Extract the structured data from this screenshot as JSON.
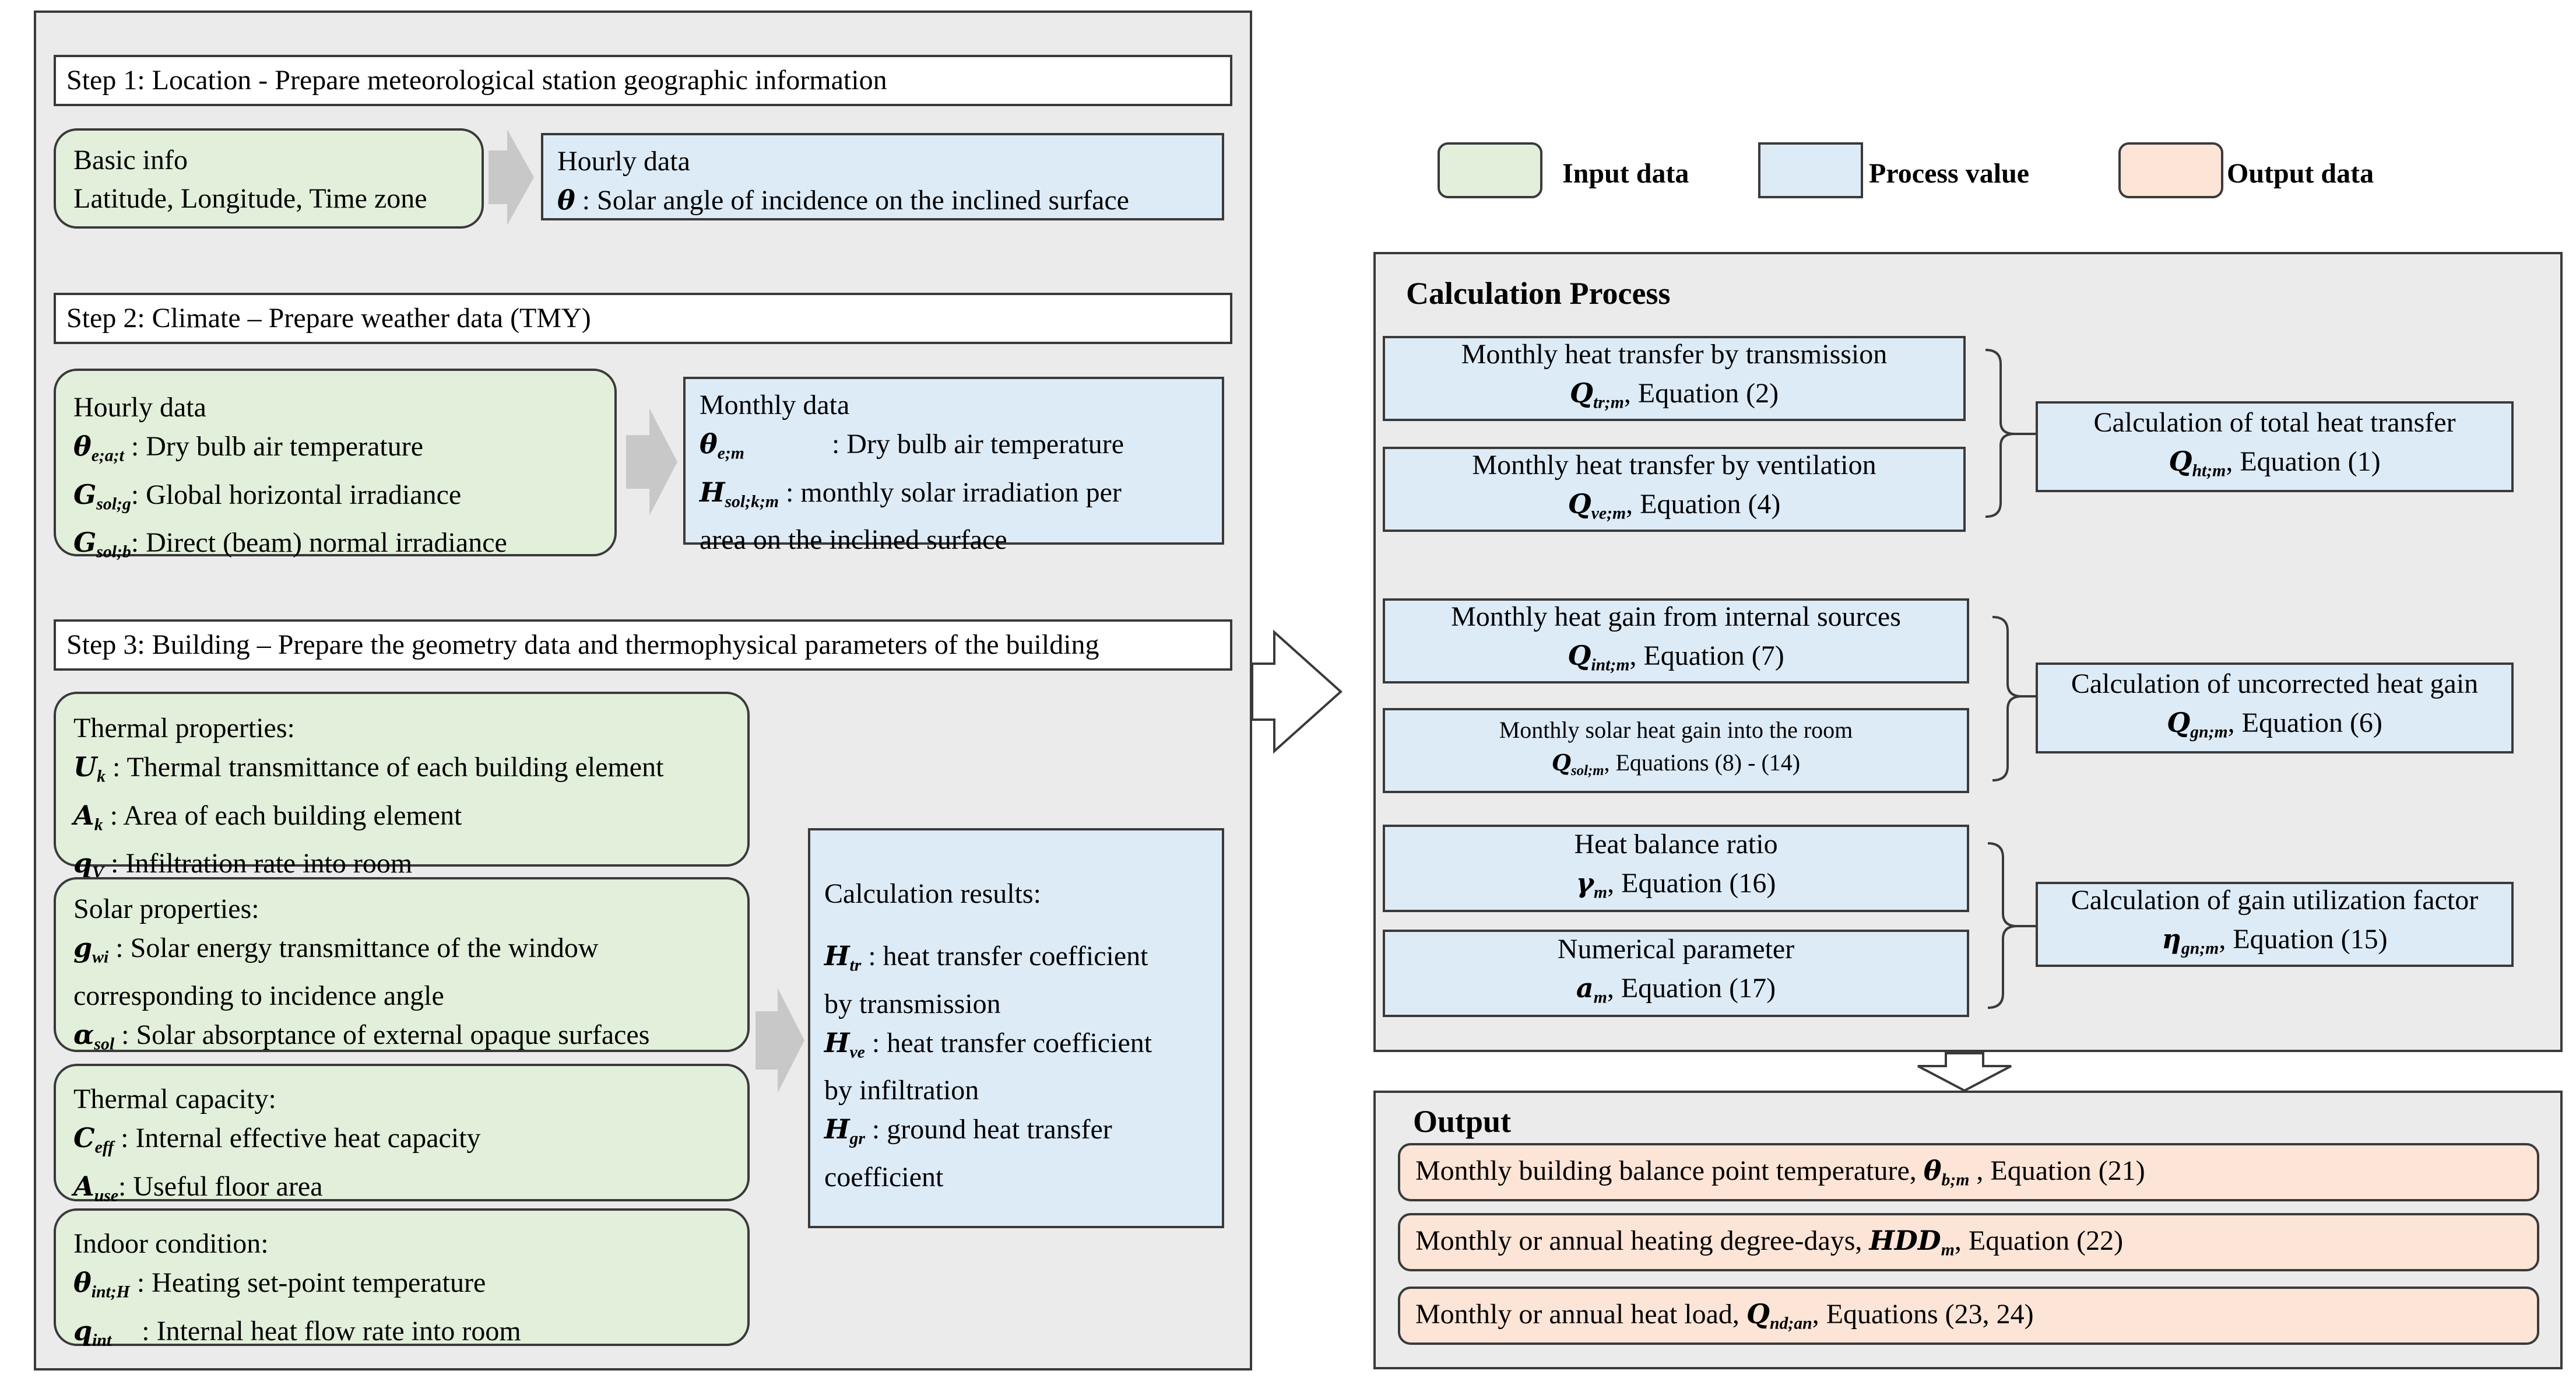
{
  "colors": {
    "input": "#e2efda",
    "process": "#ddebf7",
    "output": "#fce4d6",
    "panel": "#ebebeb",
    "border": "#3a3a3a",
    "arrow_gray": "#c8c8c8"
  },
  "legend": {
    "input": "Input data",
    "process": "Process value",
    "output": "Output data"
  },
  "step1": {
    "title": "Step 1: Location - Prepare meteorological station geographic information",
    "basic": {
      "heading": "Basic info",
      "text": "Latitude, Longitude, Time zone"
    },
    "hourly": {
      "heading": "Hourly data",
      "sym": "θ",
      "desc": " : Solar angle of incidence on the inclined surface"
    }
  },
  "step2": {
    "title": "Step 2: Climate – Prepare weather data (TMY)",
    "hourly": {
      "heading": "Hourly data",
      "items": [
        {
          "sym": "θ",
          "sub": "e;a;t",
          "desc": " : Dry bulb air temperature"
        },
        {
          "sym": "G",
          "sub": "sol;g",
          "desc": ": Global horizontal irradiance"
        },
        {
          "sym": "G",
          "sub": "sol;b",
          "desc": ": Direct (beam) normal irradiance"
        }
      ]
    },
    "monthly": {
      "heading": "Monthly data",
      "item1": {
        "sym": "θ",
        "sub": "e;m",
        "desc": ": Dry bulb air temperature"
      },
      "item2": {
        "sym": "H",
        "sub": "sol;k;m",
        "desc": " : monthly solar irradiation per",
        "cont": "area on the inclined surface"
      }
    }
  },
  "step3": {
    "title": "Step 3: Building – Prepare the geometry data and thermophysical parameters of the building",
    "thermal": {
      "heading": "Thermal properties:",
      "items": [
        {
          "sym": "U",
          "sub": "k",
          "desc": " : Thermal transmittance of each building element"
        },
        {
          "sym": "A",
          "sub": "k",
          "desc": " : Area of each building element"
        },
        {
          "sym": "q",
          "sub": "V",
          "desc": " : Infiltration rate into room"
        }
      ]
    },
    "solar": {
      "heading": "Solar properties:",
      "item1": {
        "sym": "g",
        "sub": "wi",
        "desc": " : Solar energy transmittance of the window",
        "cont": "corresponding to incidence angle"
      },
      "item2": {
        "sym": "α",
        "sub": "sol",
        "desc": " : Solar absorptance of external opaque surfaces"
      }
    },
    "capacity": {
      "heading": "Thermal capacity:",
      "items": [
        {
          "sym": "C",
          "sub": "eff",
          "desc": " : Internal effective heat capacity"
        },
        {
          "sym": "A",
          "sub": "use",
          "desc": ": Useful floor area"
        }
      ]
    },
    "indoor": {
      "heading": "Indoor condition:",
      "items": [
        {
          "sym": "θ",
          "sub": "int;H",
          "desc": " : Heating set-point temperature"
        },
        {
          "sym": "q",
          "sub": "int",
          "desc": " : Internal heat flow rate into room"
        }
      ]
    },
    "results": {
      "heading": "Calculation results:",
      "items": [
        {
          "sym": "H",
          "sub": "tr",
          "desc": " : heat transfer coefficient",
          "cont": "by transmission"
        },
        {
          "sym": "H",
          "sub": "ve",
          "desc": " : heat transfer coefficient",
          "cont": "by infiltration"
        },
        {
          "sym": "H",
          "sub": "gr",
          "desc": " : ground heat transfer",
          "cont": "coefficient"
        }
      ]
    }
  },
  "calc": {
    "title": "Calculation Process",
    "transmission": {
      "label": "Monthly heat transfer by transmission",
      "sym": "Q",
      "sub": "tr;m",
      "eq": ", Equation (2)"
    },
    "ventilation": {
      "label": "Monthly heat transfer by ventilation",
      "sym": "Q",
      "sub": "ve;m",
      "eq": ", Equation (4)"
    },
    "total": {
      "label": "Calculation of total heat transfer",
      "sym": "Q",
      "sub": "ht;m",
      "eq": ", Equation (1)"
    },
    "internal": {
      "label": "Monthly heat gain from internal sources",
      "sym": "Q",
      "sub": "int;m",
      "eq": ", Equation (7)"
    },
    "solar": {
      "label": "Monthly solar heat gain into the room",
      "sym": "Q",
      "sub": "sol;m",
      "eq": ", Equations (8) - (14)"
    },
    "uncorrected": {
      "label": "Calculation of uncorrected heat gain",
      "sym": "Q",
      "sub": "gn;m",
      "eq": ", Equation (6)"
    },
    "ratio": {
      "label": "Heat balance ratio",
      "sym": "γ",
      "sub": "m",
      "eq": ", Equation (16)"
    },
    "numerical": {
      "label": "Numerical parameter",
      "sym": "a",
      "sub": "m",
      "eq": ", Equation (17)"
    },
    "utilization": {
      "label": "Calculation of gain utilization factor",
      "sym": "η",
      "sub": "gn;m",
      "eq": ", Equation (15)"
    }
  },
  "output": {
    "title": "Output",
    "items": [
      {
        "pre": "Monthly building balance point temperature, ",
        "sym": "θ",
        "sub": "b;m",
        "post": " , Equation (21)"
      },
      {
        "pre": "Monthly or annual heating degree-days, ",
        "sym": "HDD",
        "sub": "m",
        "post": ", Equation (22)"
      },
      {
        "pre": "Monthly or annual heat load, ",
        "sym": "Q",
        "sub": "nd;an",
        "post": ", Equations (23, 24)"
      }
    ]
  }
}
